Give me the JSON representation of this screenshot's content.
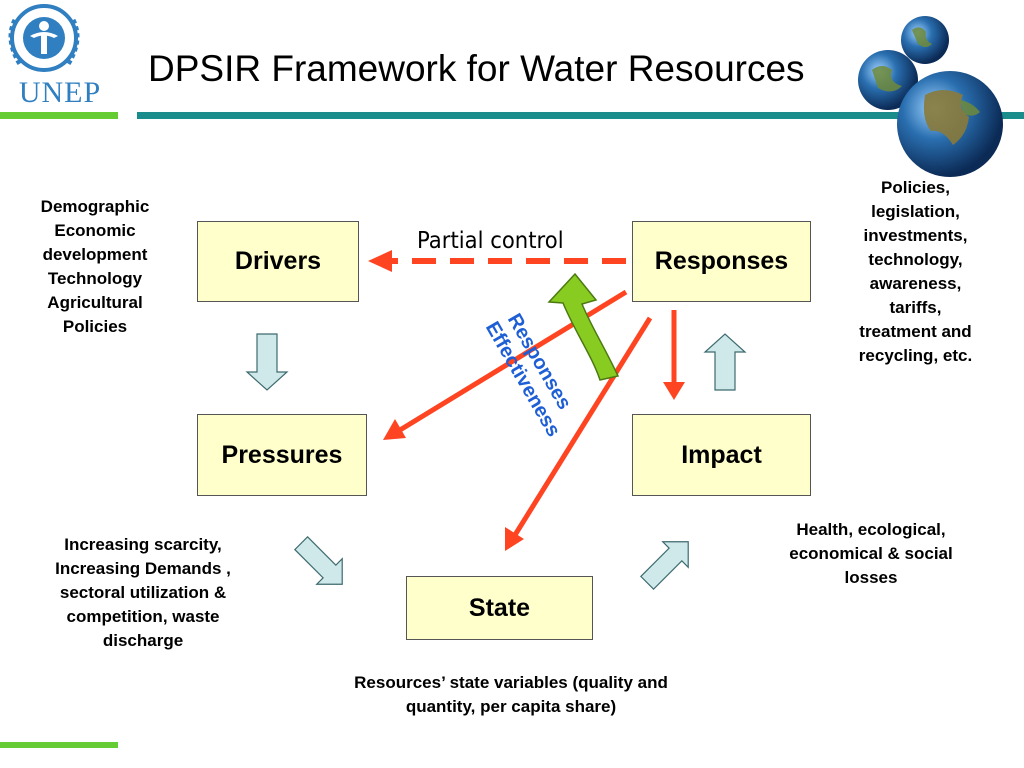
{
  "title": "DPSIR Framework for Water Resources",
  "logo": {
    "text": "UNEP",
    "color": "#2f7fc1"
  },
  "colors": {
    "box_fill": "#ffffcc",
    "accent_line": "#1a8c8c",
    "accent_green": "#66cc33",
    "red_arrow": "#ff4422",
    "light_arrow": "#cfe8ea",
    "effectiveness_arrow": "#88cc22",
    "effectiveness_text": "#1f5fd6"
  },
  "boxes": {
    "drivers": "Drivers",
    "responses": "Responses",
    "pressures": "Pressures",
    "impact": "Impact",
    "state": "State"
  },
  "labels": {
    "partial_control": "Partial control",
    "responses_effectiveness_line1": "Responses",
    "responses_effectiveness_line2": "Effectiveness"
  },
  "notes": {
    "drivers": [
      "Demographic",
      "Economic",
      "development",
      "Technology",
      "Agricultural",
      "Policies"
    ],
    "responses": [
      "Policies,",
      "legislation,",
      "investments,",
      "technology,",
      "awareness,",
      "tariffs,",
      "treatment and",
      "recycling, etc."
    ],
    "pressures": [
      "Increasing scarcity,",
      "Increasing Demands ,",
      "sectoral utilization &",
      "competition, waste",
      "discharge"
    ],
    "impact": [
      "Health, ecological,",
      "economical & social",
      "losses"
    ],
    "state": [
      "Resources’ state variables (quality and",
      "quantity, per capita share)"
    ]
  },
  "icons": {
    "logo": "unep-laurel-globe-icon",
    "globes": "earth-globes-icon"
  }
}
